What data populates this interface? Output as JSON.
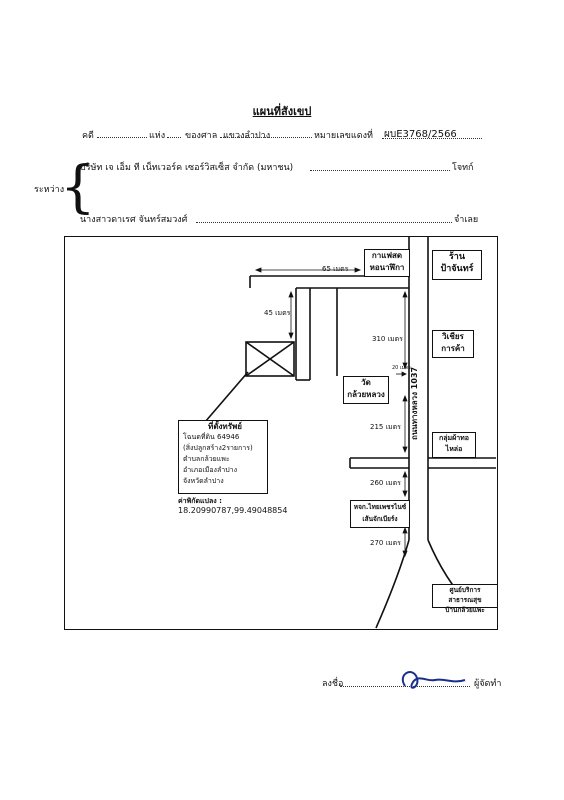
{
  "header": {
    "title": "แผนที่สังเขป",
    "case_label": "คดี",
    "of_label": "แห่ง",
    "court_label": "ของศาล",
    "court_value": "แขวงลำปาง",
    "case_no_label": "หมายเลขแดงที่",
    "case_no_value": "ผบE3768/2566",
    "between_label": "ระหว่าง",
    "plaintiff": "บริษัท เจ เอ็ม ที เน็ทเวอร์ค เซอร์วิสเซ็ส จำกัด (มหาชน)",
    "plaintiff_role": "โจทก์",
    "defendant": "นางสาวดาเรศ จันทร์สมวงศ์",
    "defendant_role": "จำเลย"
  },
  "map": {
    "coffee_shop": [
      "กาแฟสด",
      "หอนาฬิกา"
    ],
    "shop_pa_jan": [
      "ร้าน",
      "ป้าจันทร์"
    ],
    "vichian_trading": [
      "วิเชียร",
      "การค้า"
    ],
    "wat_kluay_luang": [
      "วัด",
      "กล้วยหลวง"
    ],
    "clothing_shop": [
      "กลุ่มผ้าทอ",
      "ไหล่อ"
    ],
    "thaiphetch_store": [
      "หจก.ไทยเพชรไนซ์",
      "เส้นจักเบียร์ง"
    ],
    "health_center": [
      "ศูนย์บริการสาธารณสุข",
      "บ้านกล้วยแพะ"
    ],
    "property_title": "ที่ตั้งทรัพย์",
    "property_lines": [
      "โฉนดที่ดิน 64946",
      "(สิ่งปลูกสร้าง2รายการ)",
      "ตำบลกล้วยแพะ",
      "อำเภอเมืองลำปาง",
      "จังหวัดลำปาง"
    ],
    "coords_label": "ค่าพิกัดแปลง :",
    "coords_value": "18.20990787,99.49048854",
    "road_label": "ถนนทางหลวง 1037",
    "dist_65": "65 เมตร",
    "dist_45": "45 เมตร",
    "dist_310": "310 เมตร",
    "dist_20": "20 เมตร",
    "dist_215": "215 เมตร",
    "dist_260": "260 เมตร",
    "dist_270": "270 เมตร"
  },
  "footer": {
    "sign_label": "ลงชื่อ",
    "sign_role": "ผู้จัดทำ"
  }
}
